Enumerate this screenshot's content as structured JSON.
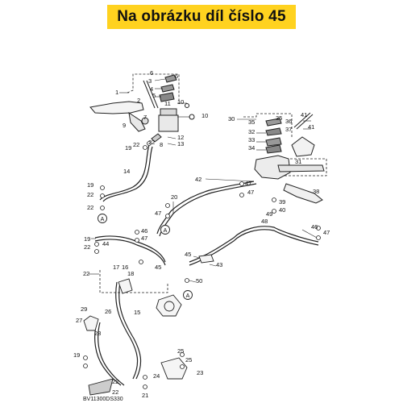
{
  "banner": {
    "text": "Na obrázku díl číslo 45",
    "color": "#ffd21f"
  },
  "diagram": {
    "code": "BV11300DS330",
    "ref_circles": [
      "A",
      "A",
      "A"
    ],
    "callouts": [
      "1",
      "2",
      "3",
      "4",
      "5",
      "6",
      "6",
      "7",
      "8",
      "9",
      "10",
      "10",
      "11",
      "12",
      "13",
      "14",
      "15",
      "16",
      "17",
      "18",
      "19",
      "19",
      "19",
      "19",
      "20",
      "21",
      "22",
      "22",
      "22",
      "22",
      "22",
      "22",
      "22",
      "22",
      "23",
      "24",
      "25",
      "25",
      "26",
      "27",
      "28",
      "29",
      "30",
      "31",
      "32",
      "33",
      "34",
      "35",
      "35",
      "36",
      "37",
      "38",
      "39",
      "40",
      "41",
      "41",
      "42",
      "43",
      "44",
      "45",
      "45",
      "46",
      "46",
      "47",
      "47",
      "47",
      "47",
      "47",
      "48",
      "49",
      "50"
    ]
  }
}
